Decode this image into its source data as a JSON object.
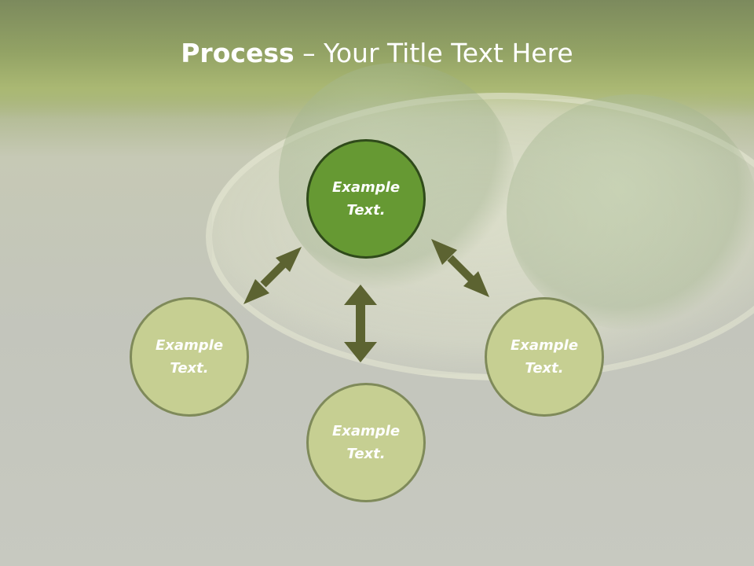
{
  "slide": {
    "title_bold": "Process",
    "title_rest": " – Your Title Text Here"
  },
  "diagram": {
    "center_node": {
      "line1": "Example",
      "line2": "Text."
    },
    "left_node": {
      "line1": "Example",
      "line2": "Text."
    },
    "bottom_node": {
      "line1": "Example",
      "line2": "Text."
    },
    "right_node": {
      "line1": "Example",
      "line2": "Text."
    }
  },
  "colors": {
    "center_fill": "#669933",
    "node_fill": "#c6cf92",
    "arrow": "#5c6331",
    "title_text": "#ffffff"
  }
}
